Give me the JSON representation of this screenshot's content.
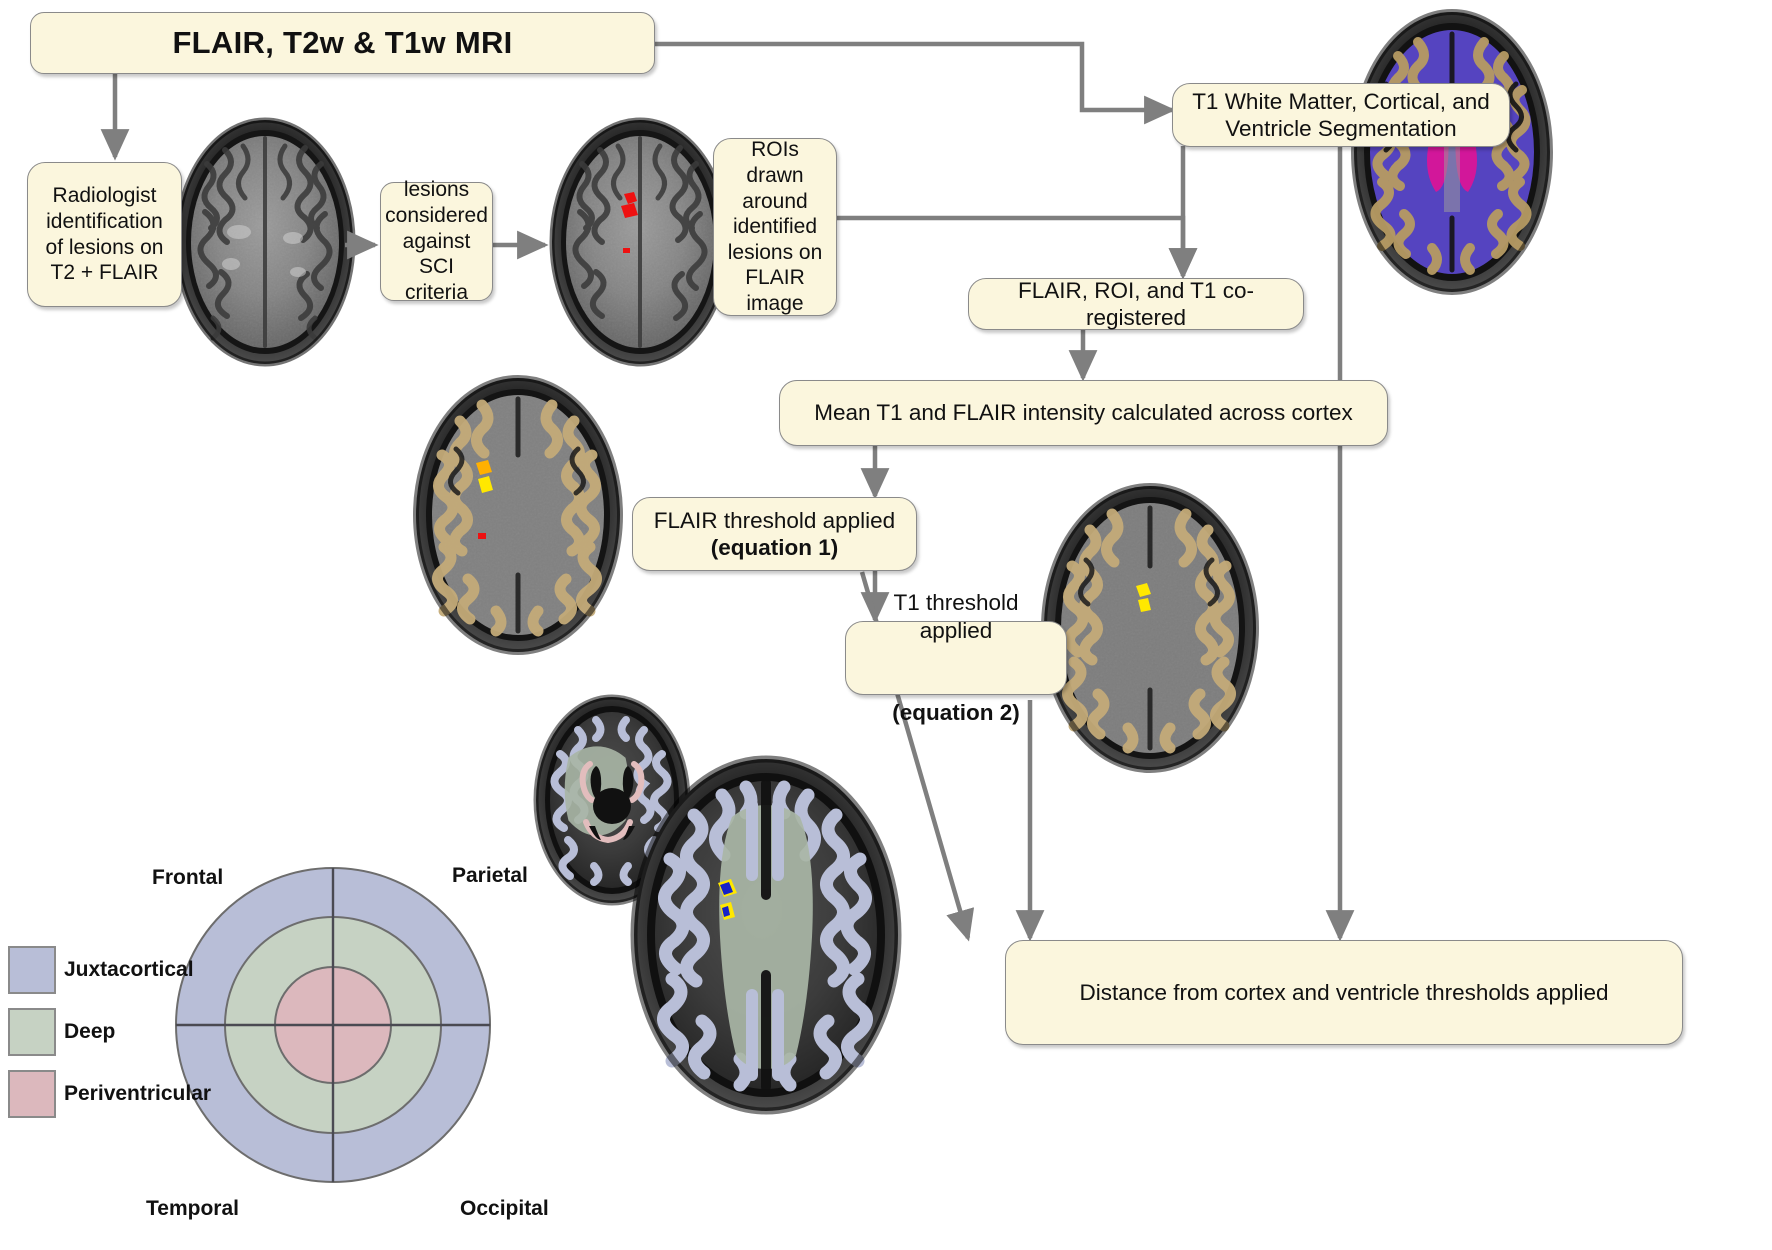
{
  "figure": {
    "type": "methods-flowchart",
    "title_box": "FLAIR, T2w & T1w MRI"
  },
  "boxes": {
    "title": "FLAIR, T2w & T1w MRI",
    "radiologist": "Radiologist\nidentification\nof lesions on\nT2 + FLAIR",
    "sci_criteria": "lesions\nconsidered\nagainst\nSCI criteria",
    "rois_drawn": "ROIs drawn\naround\nidentified\nlesions on\nFLAIR\nimage",
    "t1_segmentation": "T1 White Matter, Cortical, and\nVentricle Segmentation",
    "coregistered": "FLAIR, ROI, and T1 co-registered",
    "mean_intensity": "Mean T1 and FLAIR intensity calculated across cortex",
    "flair_threshold_line1": "FLAIR threshold applied",
    "flair_threshold_line2": "(equation 1)",
    "t1_threshold_line1": "T1 threshold applied",
    "t1_threshold_line2": "(equation 2)",
    "distance_thresholds": "Distance from cortex and ventricle thresholds applied"
  },
  "legend": {
    "items": [
      {
        "label": "Juxtacortical",
        "color": "#b8bed7"
      },
      {
        "label": "Deep",
        "color": "#c6d2c3"
      },
      {
        "label": "Periventricular",
        "color": "#dcb8bd"
      }
    ]
  },
  "quadrants": {
    "top_left": "Frontal",
    "top_right": "Parietal",
    "bottom_left": "Temporal",
    "bottom_right": "Occipital"
  },
  "brain_images": [
    {
      "id": "flair-axial-plain",
      "caption": "FLAIR axial slice, no overlay"
    },
    {
      "id": "flair-axial-lesions-red",
      "caption": "FLAIR axial slice with red lesion ROIs"
    },
    {
      "id": "t1-segmentation-overlay",
      "caption": "T1 segmentation: white matter, cortex, ventricles"
    },
    {
      "id": "flair-threshold-overlay",
      "caption": "FLAIR with cortex overlay and thresholded lesions"
    },
    {
      "id": "t1-threshold-overlay",
      "caption": "T1 with cortex overlay and yellow thresholded lesions"
    },
    {
      "id": "distance-map-small",
      "caption": "Distance map axial slice, lower level"
    },
    {
      "id": "distance-map-large",
      "caption": "Distance map axial slice with final lesion labels"
    }
  ],
  "overlay_colors": {
    "lesion_roi": "#ee1111",
    "lesion_threshold": "#ffe800",
    "lesion_final": "#1622c8",
    "white_matter": "#5b49cf",
    "cortex_tan": "#b59a63",
    "ventricle": "#d2179a",
    "juxtacortical_band": "#b8bed7",
    "deep_band": "#c6d2c3",
    "periventricular_band": "#dcb8bd"
  },
  "colors": {
    "box_fill": "#fbf6dd",
    "box_stroke": "#8a8a8a",
    "arrow": "#7f7f7f",
    "text": "#111111"
  }
}
